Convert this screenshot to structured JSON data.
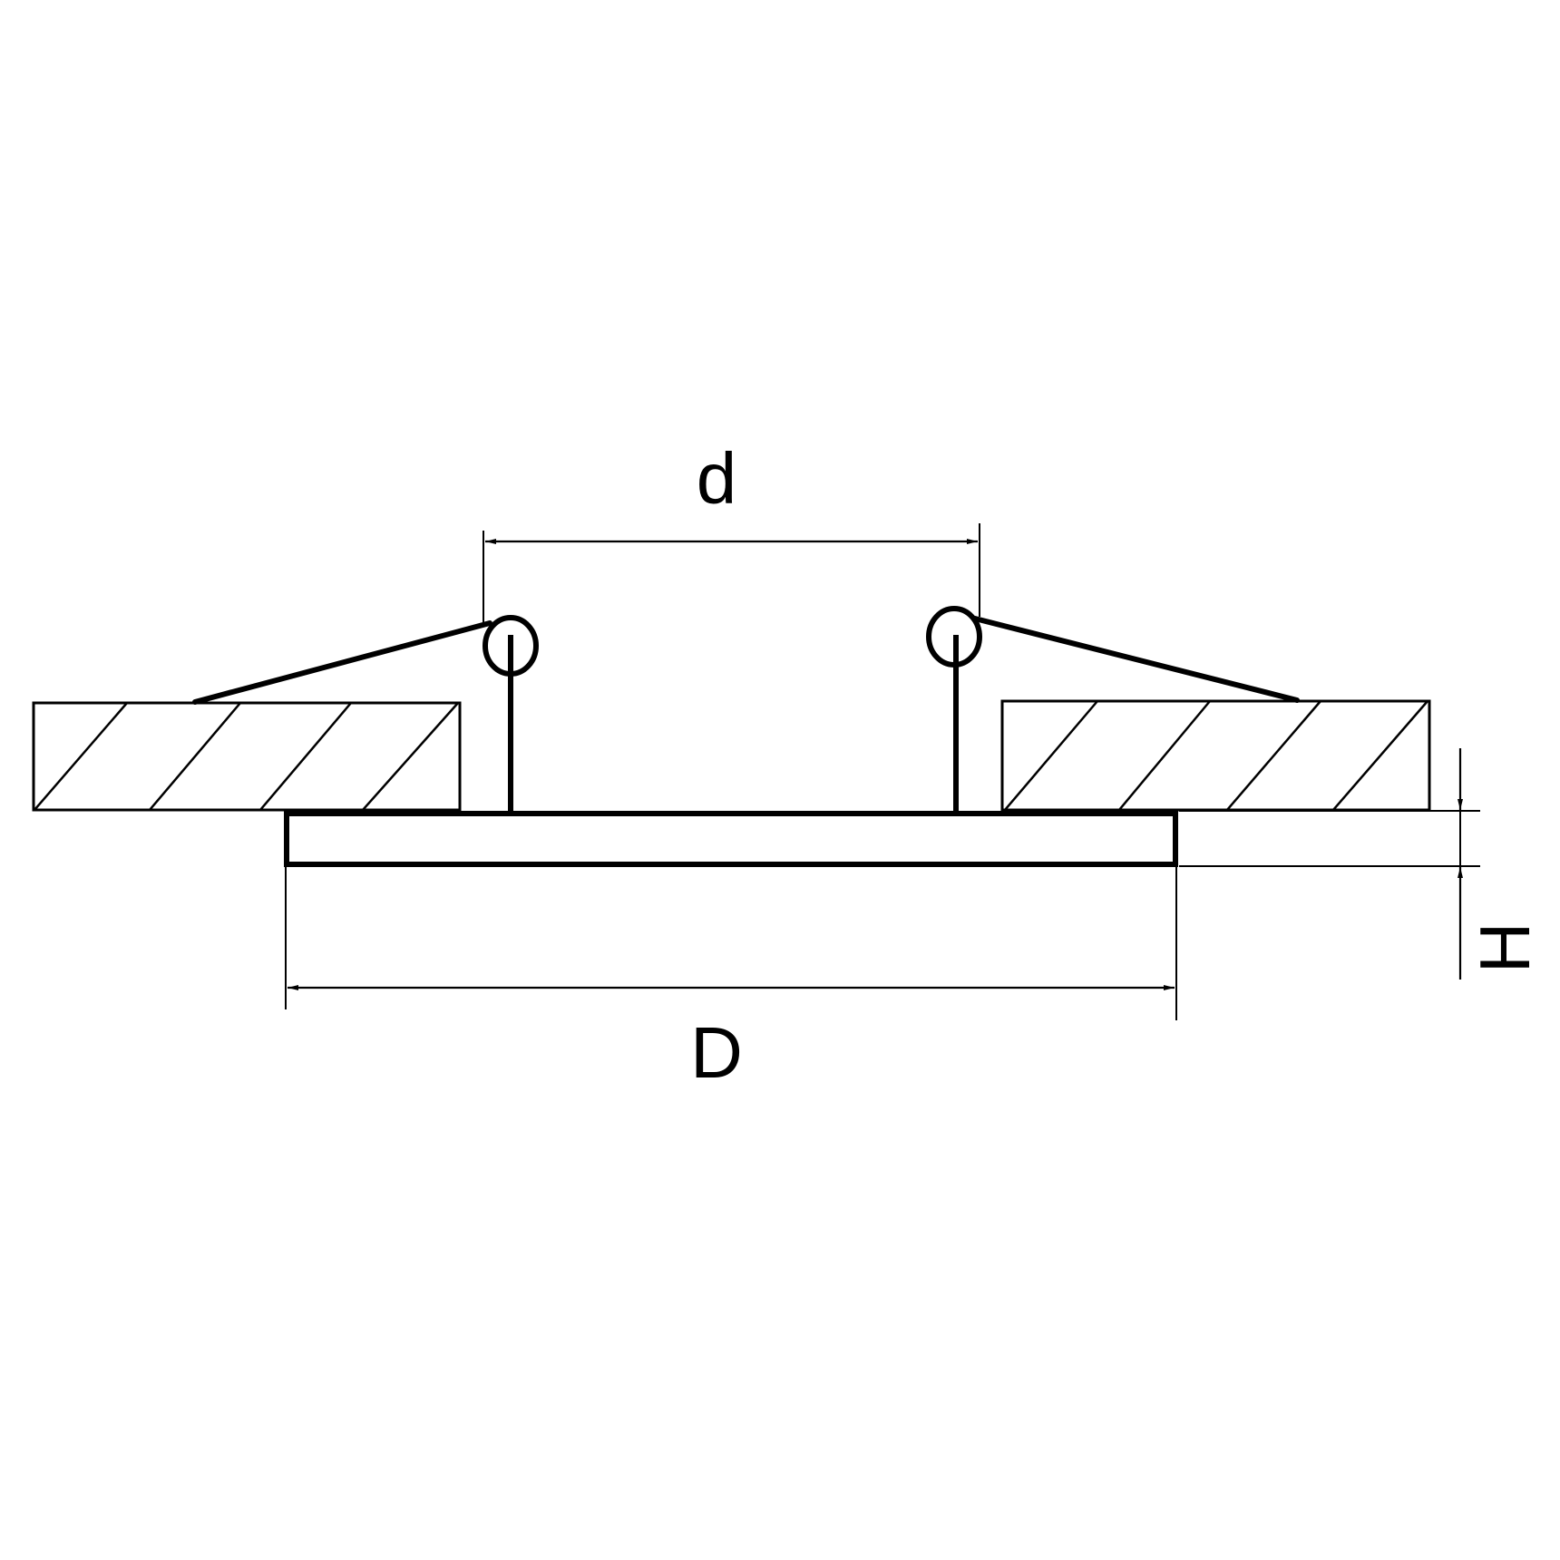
{
  "diagram": {
    "type": "technical-drawing",
    "subject": "recessed spotlight with spring clips mounted in ceiling (cross-section)",
    "colors": {
      "stroke": "#000000",
      "background": "#ffffff"
    },
    "dimensions": {
      "d": {
        "label": "d",
        "meaning": "cut-out diameter"
      },
      "D": {
        "label": "D",
        "meaning": "outer diameter of trim plate"
      },
      "H": {
        "label": "H",
        "meaning": "height of trim plate below ceiling"
      }
    },
    "parts": {
      "ceiling_left": {
        "name": "ceiling panel (left, hatched section)"
      },
      "ceiling_right": {
        "name": "ceiling panel (right, hatched section)"
      },
      "trim_plate": {
        "name": "fixture trim plate"
      },
      "spring_clip_left": {
        "name": "left spring clip"
      },
      "spring_clip_right": {
        "name": "right spring clip"
      }
    }
  }
}
